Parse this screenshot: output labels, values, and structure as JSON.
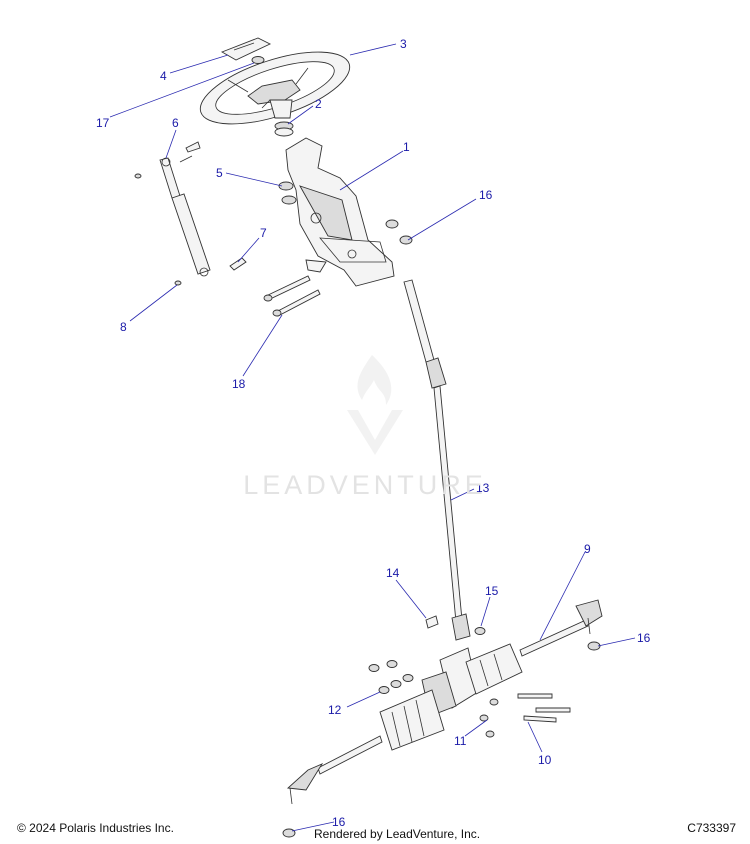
{
  "footer": {
    "copyright": "© 2024 Polaris Industries Inc.",
    "rendered_by": "Rendered by LeadVenture, Inc.",
    "diagram_code": "C733397"
  },
  "watermark": {
    "text": "LEADVENTURE"
  },
  "callouts": [
    {
      "id": "c1",
      "label": "1"
    },
    {
      "id": "c2",
      "label": "2"
    },
    {
      "id": "c3",
      "label": "3"
    },
    {
      "id": "c4",
      "label": "4"
    },
    {
      "id": "c5",
      "label": "5"
    },
    {
      "id": "c6",
      "label": "6"
    },
    {
      "id": "c7",
      "label": "7"
    },
    {
      "id": "c8",
      "label": "8"
    },
    {
      "id": "c9",
      "label": "9"
    },
    {
      "id": "c10",
      "label": "10"
    },
    {
      "id": "c11",
      "label": "11"
    },
    {
      "id": "c12",
      "label": "12"
    },
    {
      "id": "c13",
      "label": "13"
    },
    {
      "id": "c14",
      "label": "14"
    },
    {
      "id": "c15",
      "label": "15"
    },
    {
      "id": "c16a",
      "label": "16"
    },
    {
      "id": "c16b",
      "label": "16"
    },
    {
      "id": "c16c",
      "label": "16"
    },
    {
      "id": "c17",
      "label": "17"
    },
    {
      "id": "c18",
      "label": "18"
    }
  ],
  "colors": {
    "callout": "#1a1aa8",
    "line_art": "#333333",
    "watermark": "#e3e3e3"
  }
}
